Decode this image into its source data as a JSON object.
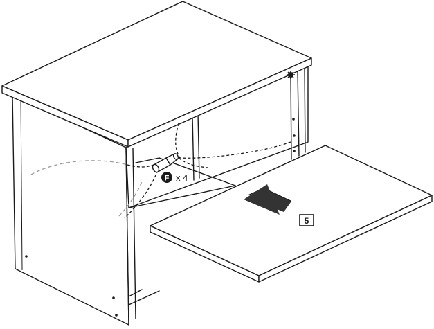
{
  "parts": {
    "connector_label": "F",
    "quantity": "x 4"
  },
  "step": {
    "number": "5"
  },
  "colors": {
    "line": "#1a1a1a",
    "paper": "#ffffff",
    "guide_dash": "#9a9a9a",
    "arrow": "#333333"
  },
  "icons": {
    "step_marker": "small-gear-icon",
    "direction": "arrow-icon"
  }
}
